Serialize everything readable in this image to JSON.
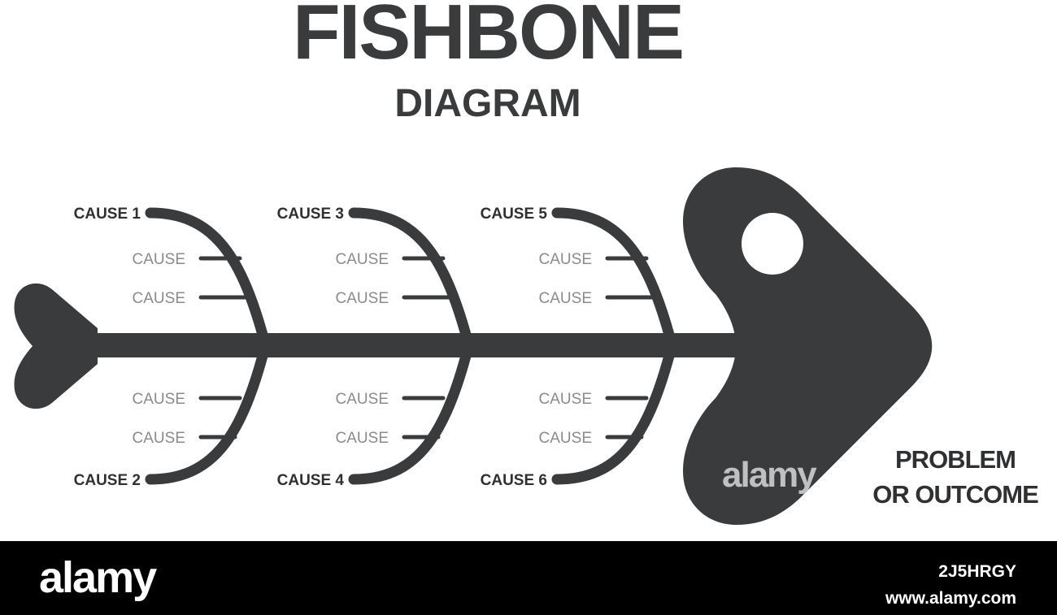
{
  "header": {
    "title": "FISHBONE",
    "subtitle": "DIAGRAM"
  },
  "causes": [
    {
      "label": "CAUSE 1",
      "subs": [
        "CAUSE",
        "CAUSE"
      ]
    },
    {
      "label": "CAUSE 2",
      "subs": [
        "CAUSE",
        "CAUSE"
      ]
    },
    {
      "label": "CAUSE 3",
      "subs": [
        "CAUSE",
        "CAUSE"
      ]
    },
    {
      "label": "CAUSE 4",
      "subs": [
        "CAUSE",
        "CAUSE"
      ]
    },
    {
      "label": "CAUSE 5",
      "subs": [
        "CAUSE",
        "CAUSE"
      ]
    },
    {
      "label": "CAUSE 6",
      "subs": [
        "CAUSE",
        "CAUSE"
      ]
    }
  ],
  "outcome": {
    "line1": "PROBLEM",
    "line2": "OR OUTCOME"
  },
  "watermark": {
    "brand": "alamy",
    "image_id": "2J5HRGY",
    "site": "www.alamy.com"
  },
  "colors": {
    "fish": "#3a3b3d",
    "sub_label": "#8a8b8d",
    "footer_bg": "#000000"
  }
}
